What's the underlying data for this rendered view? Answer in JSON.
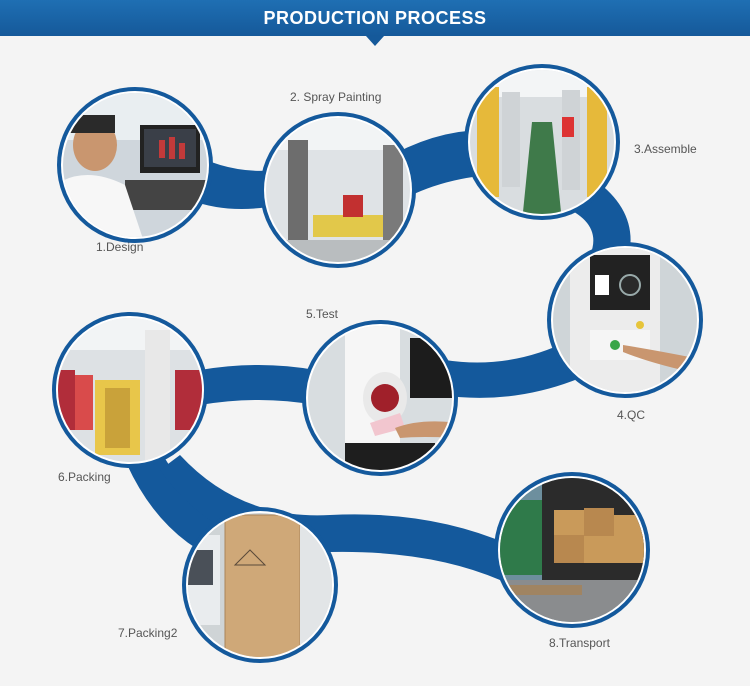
{
  "header": {
    "title": "PRODUCTION PROCESS"
  },
  "colors": {
    "band": "#14599c",
    "band_light": "#1e6db0",
    "ring": "#ffffff"
  },
  "steps": [
    {
      "label": "1.Design",
      "icon": "design-photo"
    },
    {
      "label": "2. Spray  Painting",
      "icon": "spray-painting-photo"
    },
    {
      "label": "3.Assemble",
      "icon": "assemble-photo"
    },
    {
      "label": "4.QC",
      "icon": "qc-photo"
    },
    {
      "label": "5.Test",
      "icon": "test-photo"
    },
    {
      "label": "6.Packing",
      "icon": "packing-photo"
    },
    {
      "label": "7.Packing2",
      "icon": "packing2-photo"
    },
    {
      "label": "8.Transport",
      "icon": "transport-photo"
    }
  ]
}
